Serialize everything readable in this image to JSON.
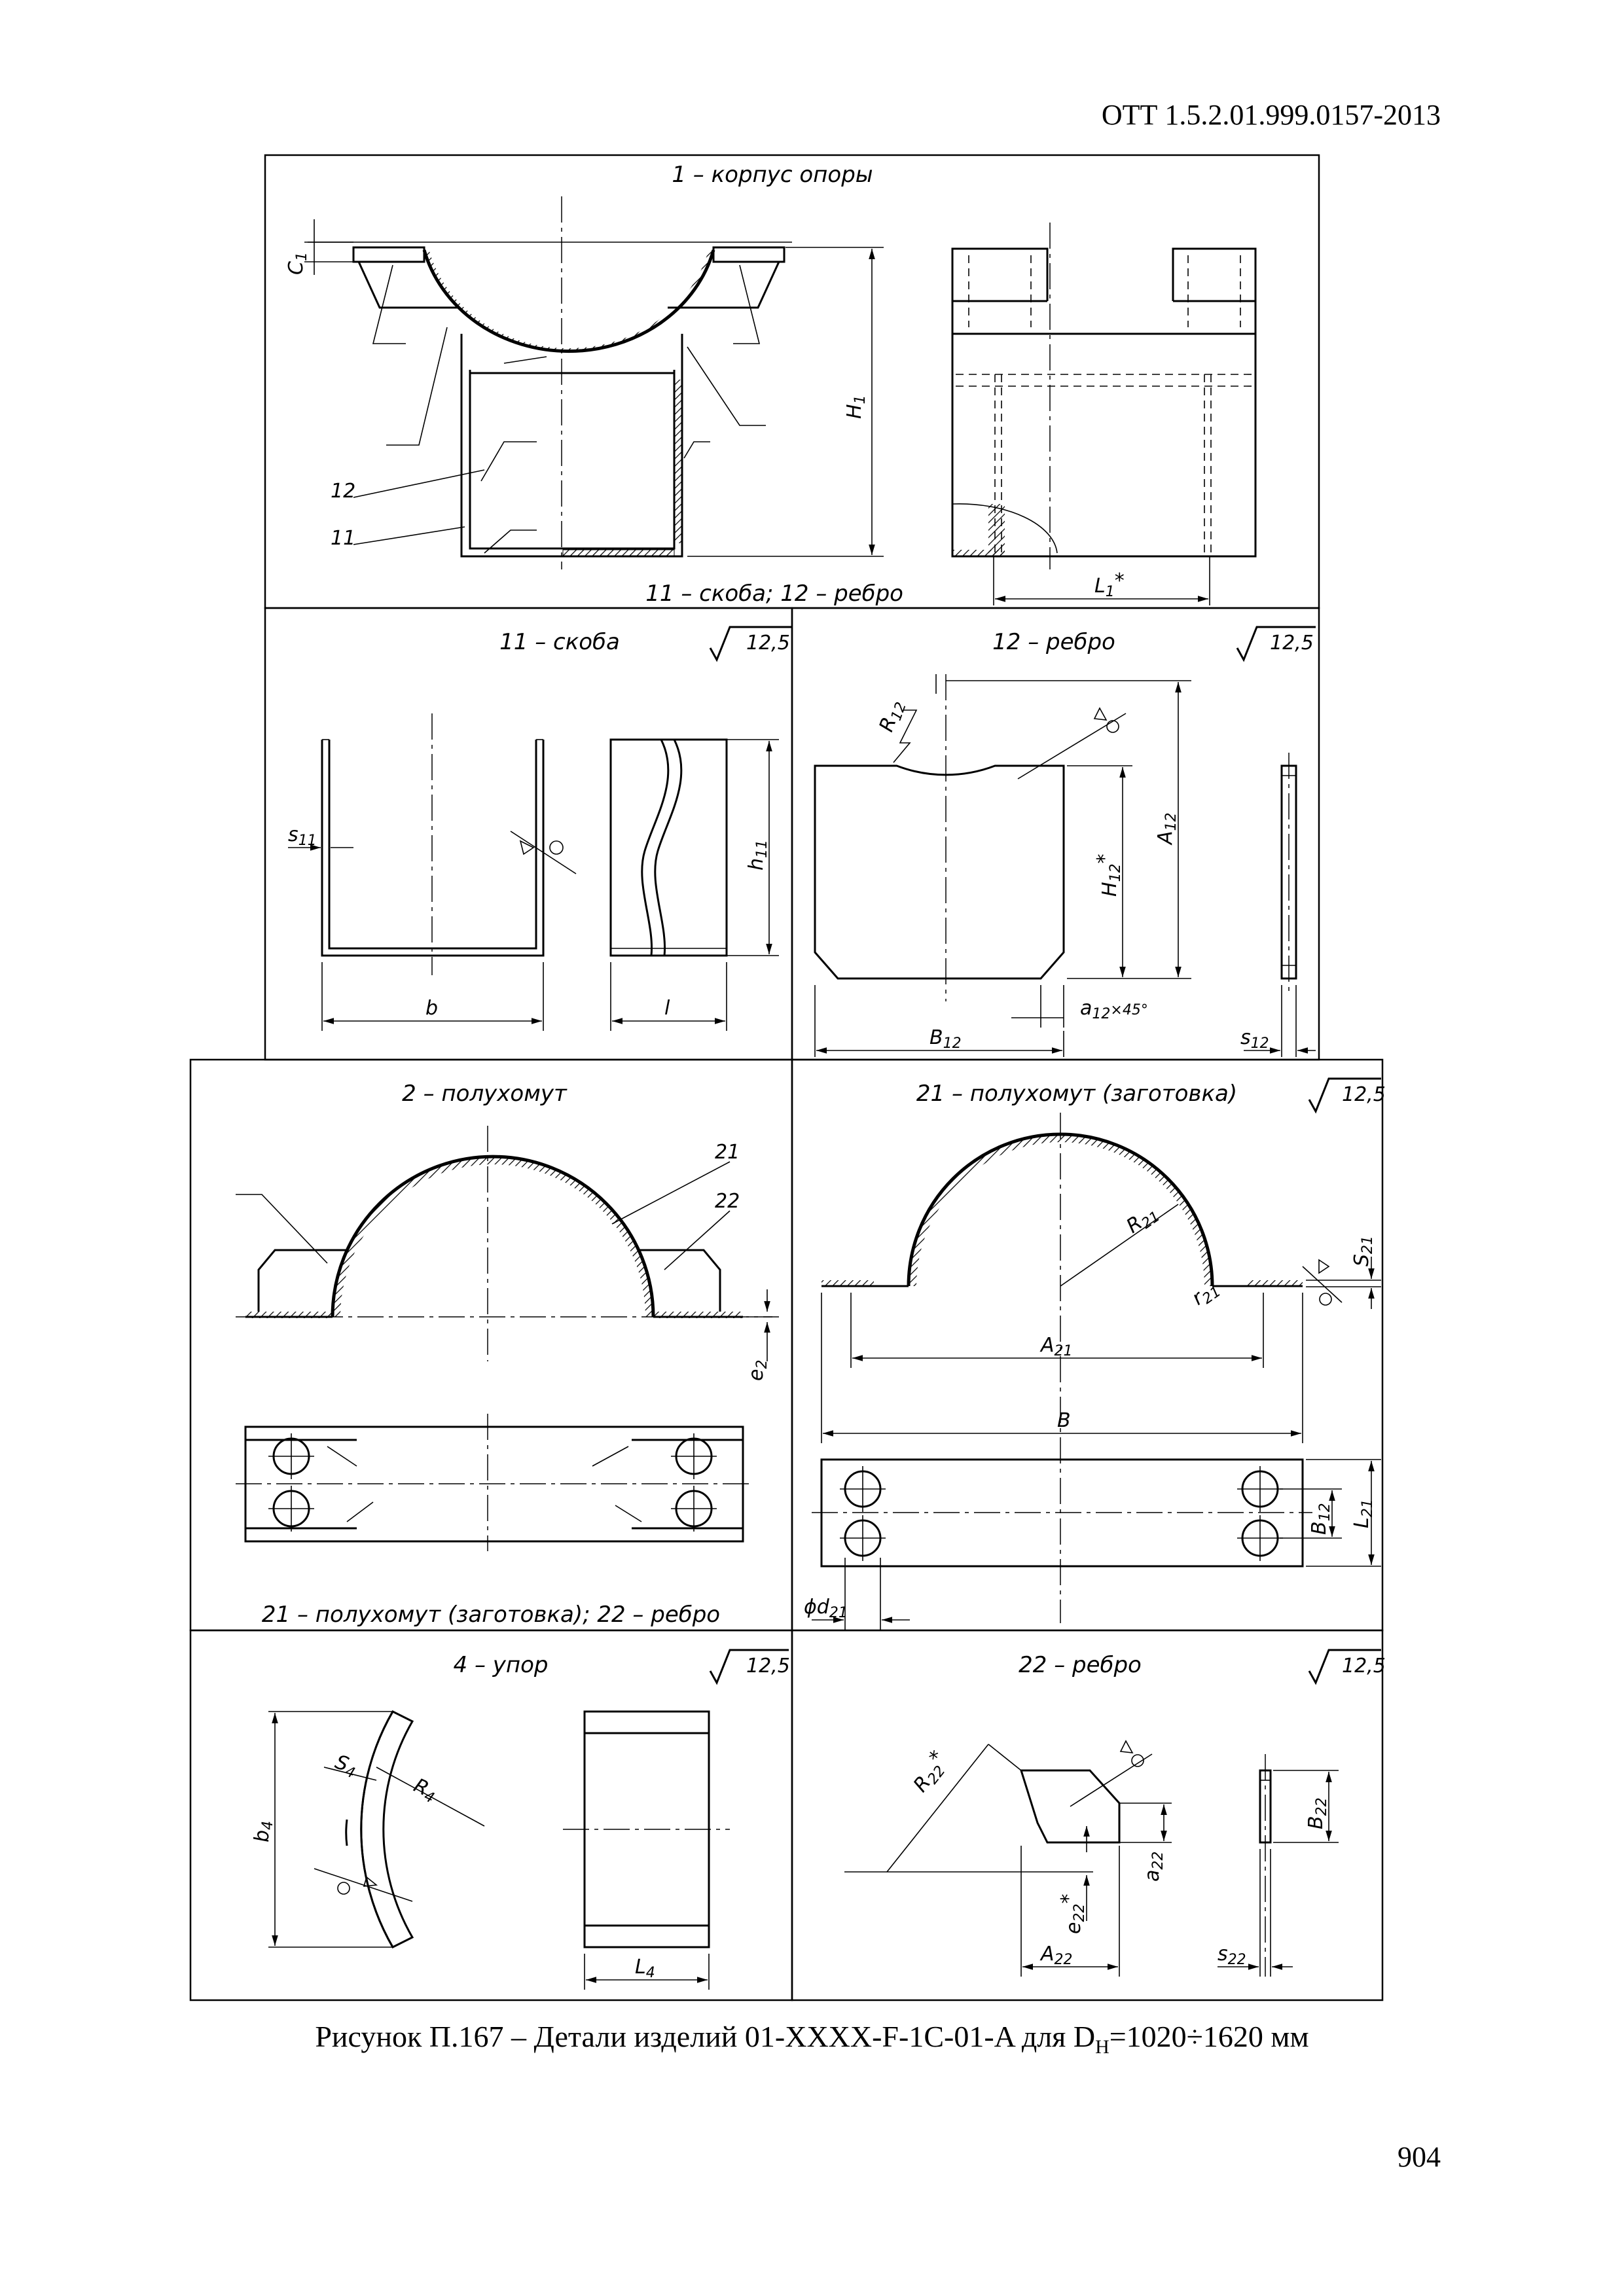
{
  "header": {
    "doc_code": "ОТТ 1.5.2.01.999.0157-2013"
  },
  "panels": {
    "p1": {
      "title": "1 – корпус опоры",
      "footer": "11 – скоба; 12 – ребро",
      "labels": {
        "c1": "C",
        "c1_sub": "1",
        "h1": "H",
        "h1_sub": "1",
        "l1": "L",
        "l1_sub": "1",
        "l1_star": "*",
        "n12": "12",
        "n11": "11"
      }
    },
    "p11": {
      "title": "11 – скоба",
      "roughness": "12,5",
      "labels": {
        "s11": "s",
        "s11_sub": "11",
        "h11": "h",
        "h11_sub": "11",
        "b": "b",
        "l": "l"
      }
    },
    "p12": {
      "title": "12 – ребро",
      "roughness": "12,5",
      "labels": {
        "r12": "R",
        "r12_sub": "12",
        "a12": "A",
        "a12_sub": "12",
        "h12": "H",
        "h12_sub": "12",
        "h12_star": "*",
        "a12c": "a",
        "a12c_sub": "12",
        "a12c_tail": "×45°",
        "b12": "B",
        "b12_sub": "12",
        "s12": "s",
        "s12_sub": "12"
      }
    },
    "p2": {
      "title": "2 – полухомут",
      "footer": "21 – полухомут (заготовка); 22 – ребро",
      "labels": {
        "n21": "21",
        "n22": "22",
        "e2": "e",
        "e2_sub": "2"
      }
    },
    "p21": {
      "title": "21 – полухомут (заготовка)",
      "roughness": "12,5",
      "labels": {
        "r21": "R",
        "r21_sub": "21",
        "s21": "S",
        "s21_sub": "21",
        "r21s": "r",
        "r21s_sub": "21",
        "a21": "A",
        "a21_sub": "21",
        "b": "B",
        "b21": "B",
        "b21_sub": "12",
        "l21": "L",
        "l21_sub": "21",
        "d21": "ϕd",
        "d21_sub": "21"
      }
    },
    "p4": {
      "title": "4 – упор",
      "roughness": "12,5",
      "labels": {
        "s4": "S",
        "s4_sub": "4",
        "r4": "R",
        "r4_sub": "4",
        "b4": "b",
        "b4_sub": "4",
        "l4": "L",
        "l4_sub": "4"
      }
    },
    "p22": {
      "title": "22 – ребро",
      "roughness": "12,5",
      "labels": {
        "r22": "R",
        "r22_sub": "22",
        "r22_star": "*",
        "e22": "e",
        "e22_sub": "22",
        "e22_star": "*",
        "a22": "a",
        "a22_sub": "22",
        "a22b": "A",
        "a22b_sub": "22",
        "b22": "B",
        "b22_sub": "22",
        "s22": "s",
        "s22_sub": "22"
      }
    }
  },
  "footer": {
    "caption": "Рисунок П.167 – Детали изделий 01-XXXX-F-1C-01-A для D",
    "caption_sub": "Н",
    "caption_tail": "=1020÷1620 мм",
    "page_number": "904"
  }
}
